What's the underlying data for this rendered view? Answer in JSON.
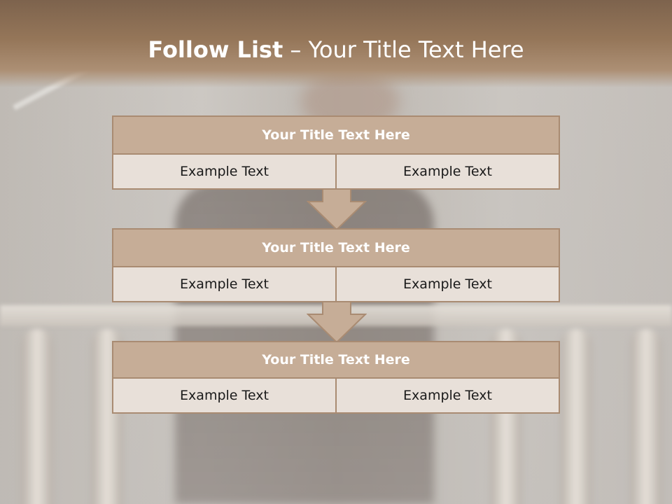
{
  "slide": {
    "title_bold": "Follow List",
    "title_rest": " – Your Title Text Here"
  },
  "blocks": [
    {
      "heading": "Your Title Text Here",
      "left": "Example Text",
      "right": "Example Text"
    },
    {
      "heading": "Your Title Text Here",
      "left": "Example Text",
      "right": "Example Text"
    },
    {
      "heading": "Your Title Text Here",
      "left": "Example Text",
      "right": "Example Text"
    }
  ],
  "icons": [
    "down-arrow-icon",
    "down-arrow-icon"
  ],
  "colors": {
    "header_band": "#957659",
    "block_heading_fill": "#c6ad97",
    "cell_fill": "#e8e0d9",
    "border": "#a98b72"
  }
}
